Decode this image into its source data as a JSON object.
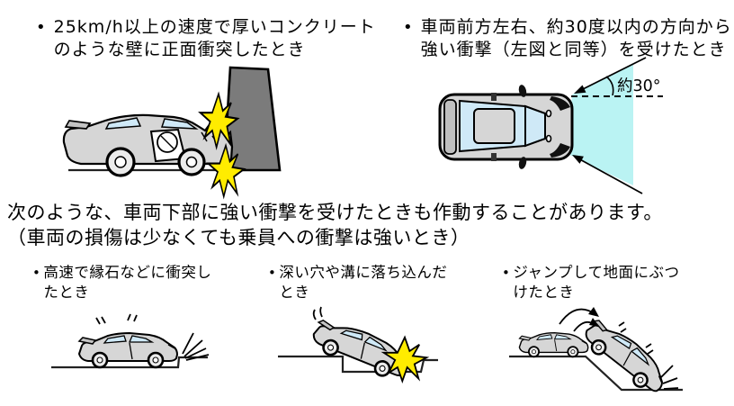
{
  "colors": {
    "background": "#ffffff",
    "text": "#000000",
    "cone": "#baf3f3",
    "glass": "#cfe9f7",
    "wall": "#7b7b7b",
    "car_body": "#d6d6d6",
    "car_light": "#ececec",
    "impact": "#ffec00",
    "line": "#1a1a1a"
  },
  "top_bullets": [
    {
      "marker": "•",
      "line1": "25km/h以上の速度で厚いコンクリート",
      "line2": "のような壁に正面衝突したとき"
    },
    {
      "marker": "•",
      "line1": "車両前方左右、約30度以内の方向から",
      "line2": "強い衝撃（左図と同等）を受けたとき"
    }
  ],
  "angle_label": "約30°",
  "note": {
    "line1": "次のような、車両下部に強い衝撃を受けたときも作動することがあります。",
    "line2": "（車両の損傷は少なくても乗員への衝撃は強いとき）"
  },
  "bottom_bullets": [
    {
      "marker": "•",
      "line1": "高速で縁石などに衝突し",
      "line2": "たとき"
    },
    {
      "marker": "•",
      "line1": "深い穴や溝に落ち込んだ",
      "line2": "とき"
    },
    {
      "marker": "•",
      "line1": "ジャンプして地面にぶつ",
      "line2": "けたとき"
    }
  ]
}
